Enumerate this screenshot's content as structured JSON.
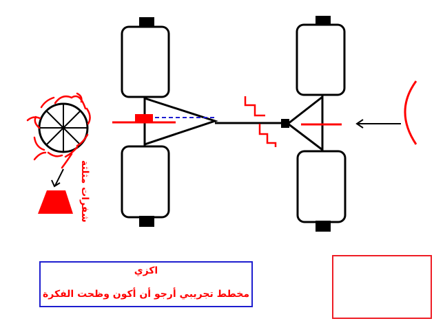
{
  "labels": {
    "vertical_note": "شفرات مثلثة",
    "box_title": "اكزي",
    "box_text": "مخطط تجريبي أرجو أن أكون وظحت الفكرة"
  },
  "colors": {
    "red": "#ff0000",
    "blue": "#1d1dcf",
    "black": "#000000",
    "empty_box_border": "#ee1c24"
  }
}
